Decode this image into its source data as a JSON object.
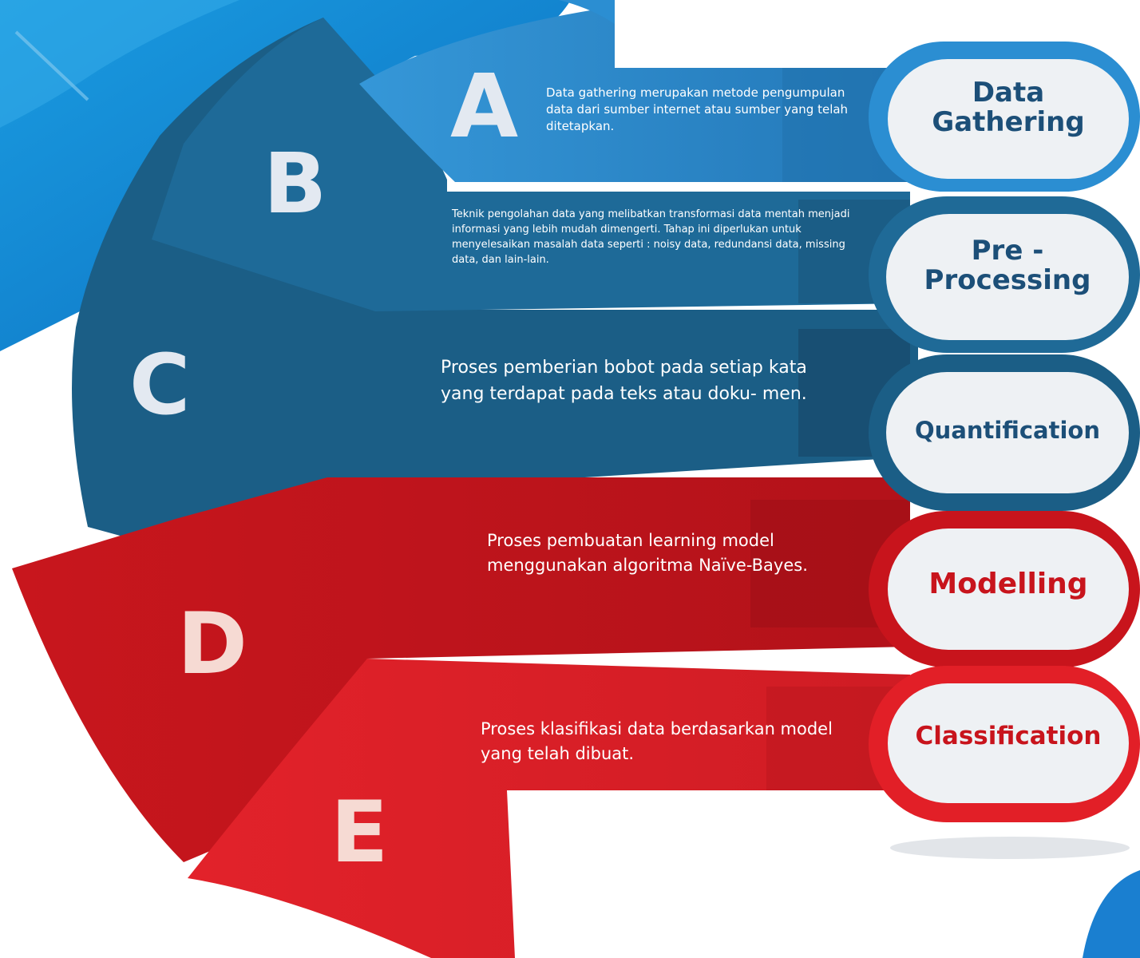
{
  "colors": {
    "blue_light": "#2B8ED2",
    "blue_mid": "#1F6FA0",
    "blue_dark": "#1B5E86",
    "red_dark": "#C8141C",
    "red_bright": "#E21F27",
    "pill_fill": "#EEF1F4",
    "label_blue": "#1C4F78",
    "label_red": "#C8141C",
    "letter_blue": "#E3E9F1",
    "letter_red": "#F6DAD3"
  },
  "steps": [
    {
      "letter": "A",
      "title": "Data Gathering",
      "title_lines": [
        "Data",
        "Gathering"
      ],
      "description": "Data gathering merupakan metode pengumpulan data dari sumber internet atau sumber yang telah ditetapkan."
    },
    {
      "letter": "B",
      "title": "Pre - Processing",
      "title_lines": [
        "Pre -",
        "Processing"
      ],
      "description": "Teknik pengolahan data yang melibatkan transformasi data mentah menjadi informasi yang lebih mudah dimengerti. Tahap ini diperlukan untuk menyelesaikan masalah data seperti : noisy data, redundansi data, missing data, dan lain-lain."
    },
    {
      "letter": "C",
      "title": "Quantification",
      "title_lines": [
        "Quantification"
      ],
      "description": "Proses pemberian bobot pada setiap kata yang terdapat pada teks atau doku- men."
    },
    {
      "letter": "D",
      "title": "Modelling",
      "title_lines": [
        "Modelling"
      ],
      "description": "Proses pembuatan learning model menggunakan algoritma Naïve-Bayes."
    },
    {
      "letter": "E",
      "title": "Classification",
      "title_lines": [
        "Classification"
      ],
      "description": "Proses klasifikasi data berdasarkan model yang telah dibuat."
    }
  ]
}
